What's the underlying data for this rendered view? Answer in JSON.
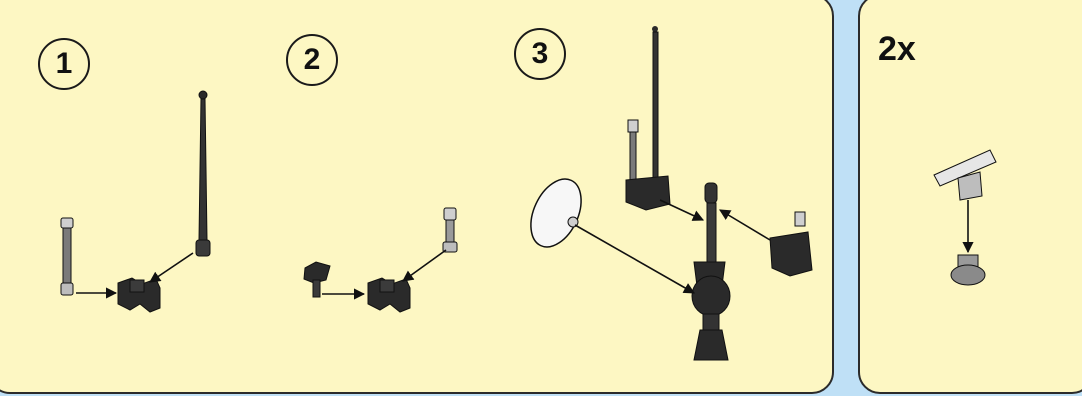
{
  "steps": [
    {
      "number": "1"
    },
    {
      "number": "2"
    },
    {
      "number": "3"
    }
  ],
  "side_panel": {
    "multiplier": "2x"
  },
  "colors": {
    "background": "#bfe0f6",
    "panel": "#fdf7c3",
    "part_dark": "#2a2a2a",
    "outline": "#111111"
  },
  "icons": [
    "antenna-rod",
    "clamp-bracket",
    "arrow",
    "dish",
    "mast",
    "mount-clip",
    "base-knob"
  ]
}
